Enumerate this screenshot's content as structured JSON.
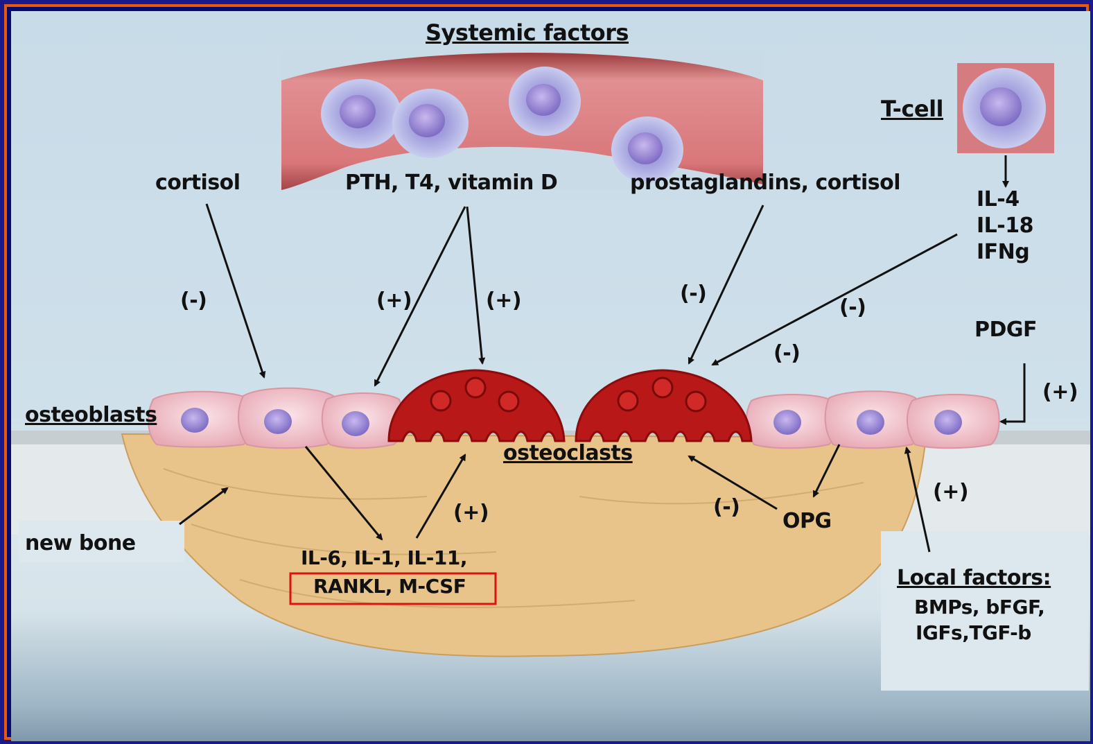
{
  "labels": {
    "systemic_factors": "Systemic factors",
    "t_cell": "T-cell",
    "cortisol": "cortisol",
    "pth_t4_vitd": "PTH, T4, vitamin D",
    "prostaglandins_cortisol": "prostaglandins, cortisol",
    "il4": "IL-4",
    "il18": "IL-18",
    "ifng": "IFNg",
    "pdgf": "PDGF",
    "osteoblasts": "osteoblasts",
    "osteoclasts": "osteoclasts",
    "new_bone": "new bone",
    "opg": "OPG",
    "cytokines_line1": "IL-6, IL-1, IL-11,",
    "cytokines_line2": "RANKL, M-CSF",
    "local_factors": "Local factors:",
    "local_line1": "BMPs, bFGF,",
    "local_line2": "IGFs,TGF-b"
  },
  "signs": {
    "cortisol": "(-)",
    "pth_left": "(+)",
    "pth_right": "(+)",
    "prostaglandins": "(-)",
    "tcell": "(-)",
    "tcell2": "(-)",
    "pdgf": "(+)",
    "cytokines": "(+)",
    "opg": "(-)",
    "local": "(+)"
  },
  "colors": {
    "vessel": "#d9777a",
    "osteoclast": "#b81818",
    "osteoblast": "#f2c4cc",
    "bone": "#e8c48a",
    "highlight_box": "#e01010"
  }
}
